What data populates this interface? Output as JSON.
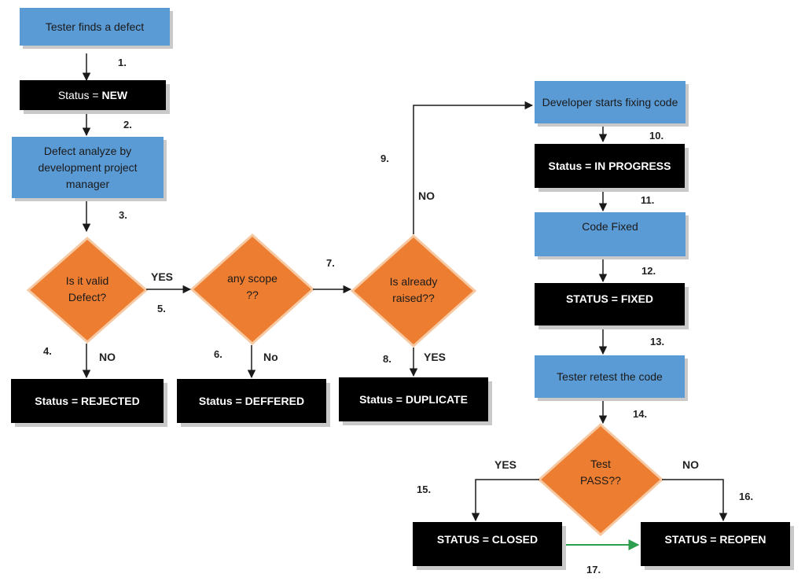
{
  "colors": {
    "process": "#5b9bd5",
    "decision": "#ed7d31",
    "status": "#000000",
    "reopen_arrow": "#2e9e4f"
  },
  "nodes": {
    "tester_finds": "Tester finds a defect",
    "status_new_prefix": "Status = ",
    "status_new_value": "NEW",
    "defect_analyze": "Defect analyze by development project manager",
    "valid_q": "Is it valid Defect?",
    "scope_q": "any scope ??",
    "raised_q": "Is already raised??",
    "rejected": "Status = REJECTED",
    "deffered": "Status = DEFFERED",
    "duplicate": "Status = DUPLICATE",
    "dev_starts": "Developer starts fixing code",
    "in_progress": "Status = IN PROGRESS",
    "code_fixed": "Code Fixed",
    "fixed": "STATUS = FIXED",
    "retest": "Tester retest the code",
    "test_q": "Test PASS??",
    "closed": "STATUS  = CLOSED",
    "reopen": "STATUS  = REOPEN"
  },
  "edge_labels": {
    "valid_yes": "YES",
    "valid_no": "NO",
    "scope_no": "No",
    "raised_no": "NO",
    "raised_yes": "YES",
    "test_yes": "YES",
    "test_no": "NO"
  },
  "steps": [
    "1.",
    "2.",
    "3.",
    "4.",
    "5.",
    "6.",
    "7.",
    "8.",
    "9.",
    "10.",
    "11.",
    "12.",
    "13.",
    "14.",
    "15.",
    "16.",
    "17."
  ]
}
